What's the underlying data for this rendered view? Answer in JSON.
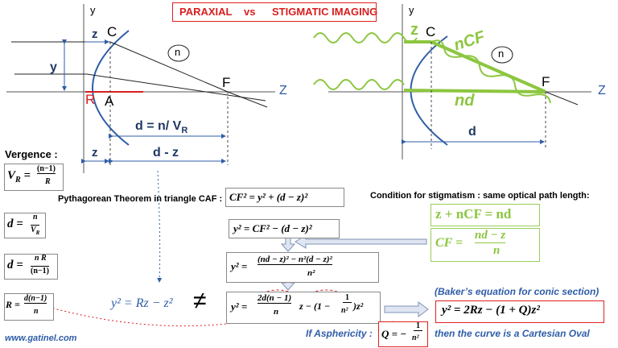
{
  "title": {
    "left": "PARAXIAL",
    "mid": "vs",
    "right": "STIGMATIC IMAGING"
  },
  "colors": {
    "red": "#d81e1e",
    "blue": "#2f5da8",
    "green": "#8cc63f",
    "darkblue": "#1f3864"
  },
  "left_diagram": {
    "y_axis": "y",
    "z_axis": "Z",
    "C": "C",
    "F": "F",
    "R": "R",
    "A": "A",
    "n": "n",
    "z": "z",
    "y": "y",
    "d_label": "d = n/ V",
    "d_sub": "R",
    "z_low": "z",
    "dz": "d - z"
  },
  "right_diagram": {
    "y_axis": "y",
    "z_axis": "Z",
    "C": "C",
    "F": "F",
    "n": "n",
    "z_green": "z",
    "nCF": "nCF",
    "nd": "nd",
    "d": "d"
  },
  "vergence": {
    "title": "Vergence :",
    "VR": "V",
    "VR_sub": "R",
    "eq": "=",
    "VR_num": "(n−1)",
    "VR_den": "R",
    "d1_lhs": "d =",
    "d1_num": "n",
    "d1_den": "V",
    "d1_den_sub": "R",
    "d2_lhs": "d =",
    "d2_num": "n R",
    "d2_den": "(n−1)",
    "R_lhs": "R =",
    "R_num": "d(n−1)",
    "R_den": "n"
  },
  "pythag": {
    "label": "Pythagorean  Theorem in triangle  CAF :",
    "eq": "CF² =  y² +  (d − z)²"
  },
  "eq2": "y² =  CF² −  (d − z)²",
  "eq3": {
    "lhs": "y² =",
    "num": "(nd − z)² − n²(d − z)²",
    "den": "n²"
  },
  "eq4": {
    "lhs": "y² =",
    "num": "2d(n − 1)",
    "den": "n",
    "mid": "z − (1 −",
    "inner_num": "1",
    "inner_den": "n²",
    "tail": ")z²"
  },
  "paraxial_eq": "y² = Rz   − z²",
  "neq": "≠",
  "stigmatism": {
    "label": "Condition for stigmatism : same optical path length:",
    "eq1": "z + nCF = nd",
    "eq2_lhs": "CF =",
    "eq2_num": "nd  − z",
    "eq2_den": "n"
  },
  "baker": {
    "label": "(Baker’s equation for conic section)",
    "eq": "y² = 2Rz   − (1 + Q)z²"
  },
  "asphericity": {
    "label": "If Asphericity :",
    "lhs": "Q = −",
    "num": "1",
    "den": "n²",
    "conclusion": "then the curve is a Cartesian Oval"
  },
  "website": "www.gatinel.com"
}
